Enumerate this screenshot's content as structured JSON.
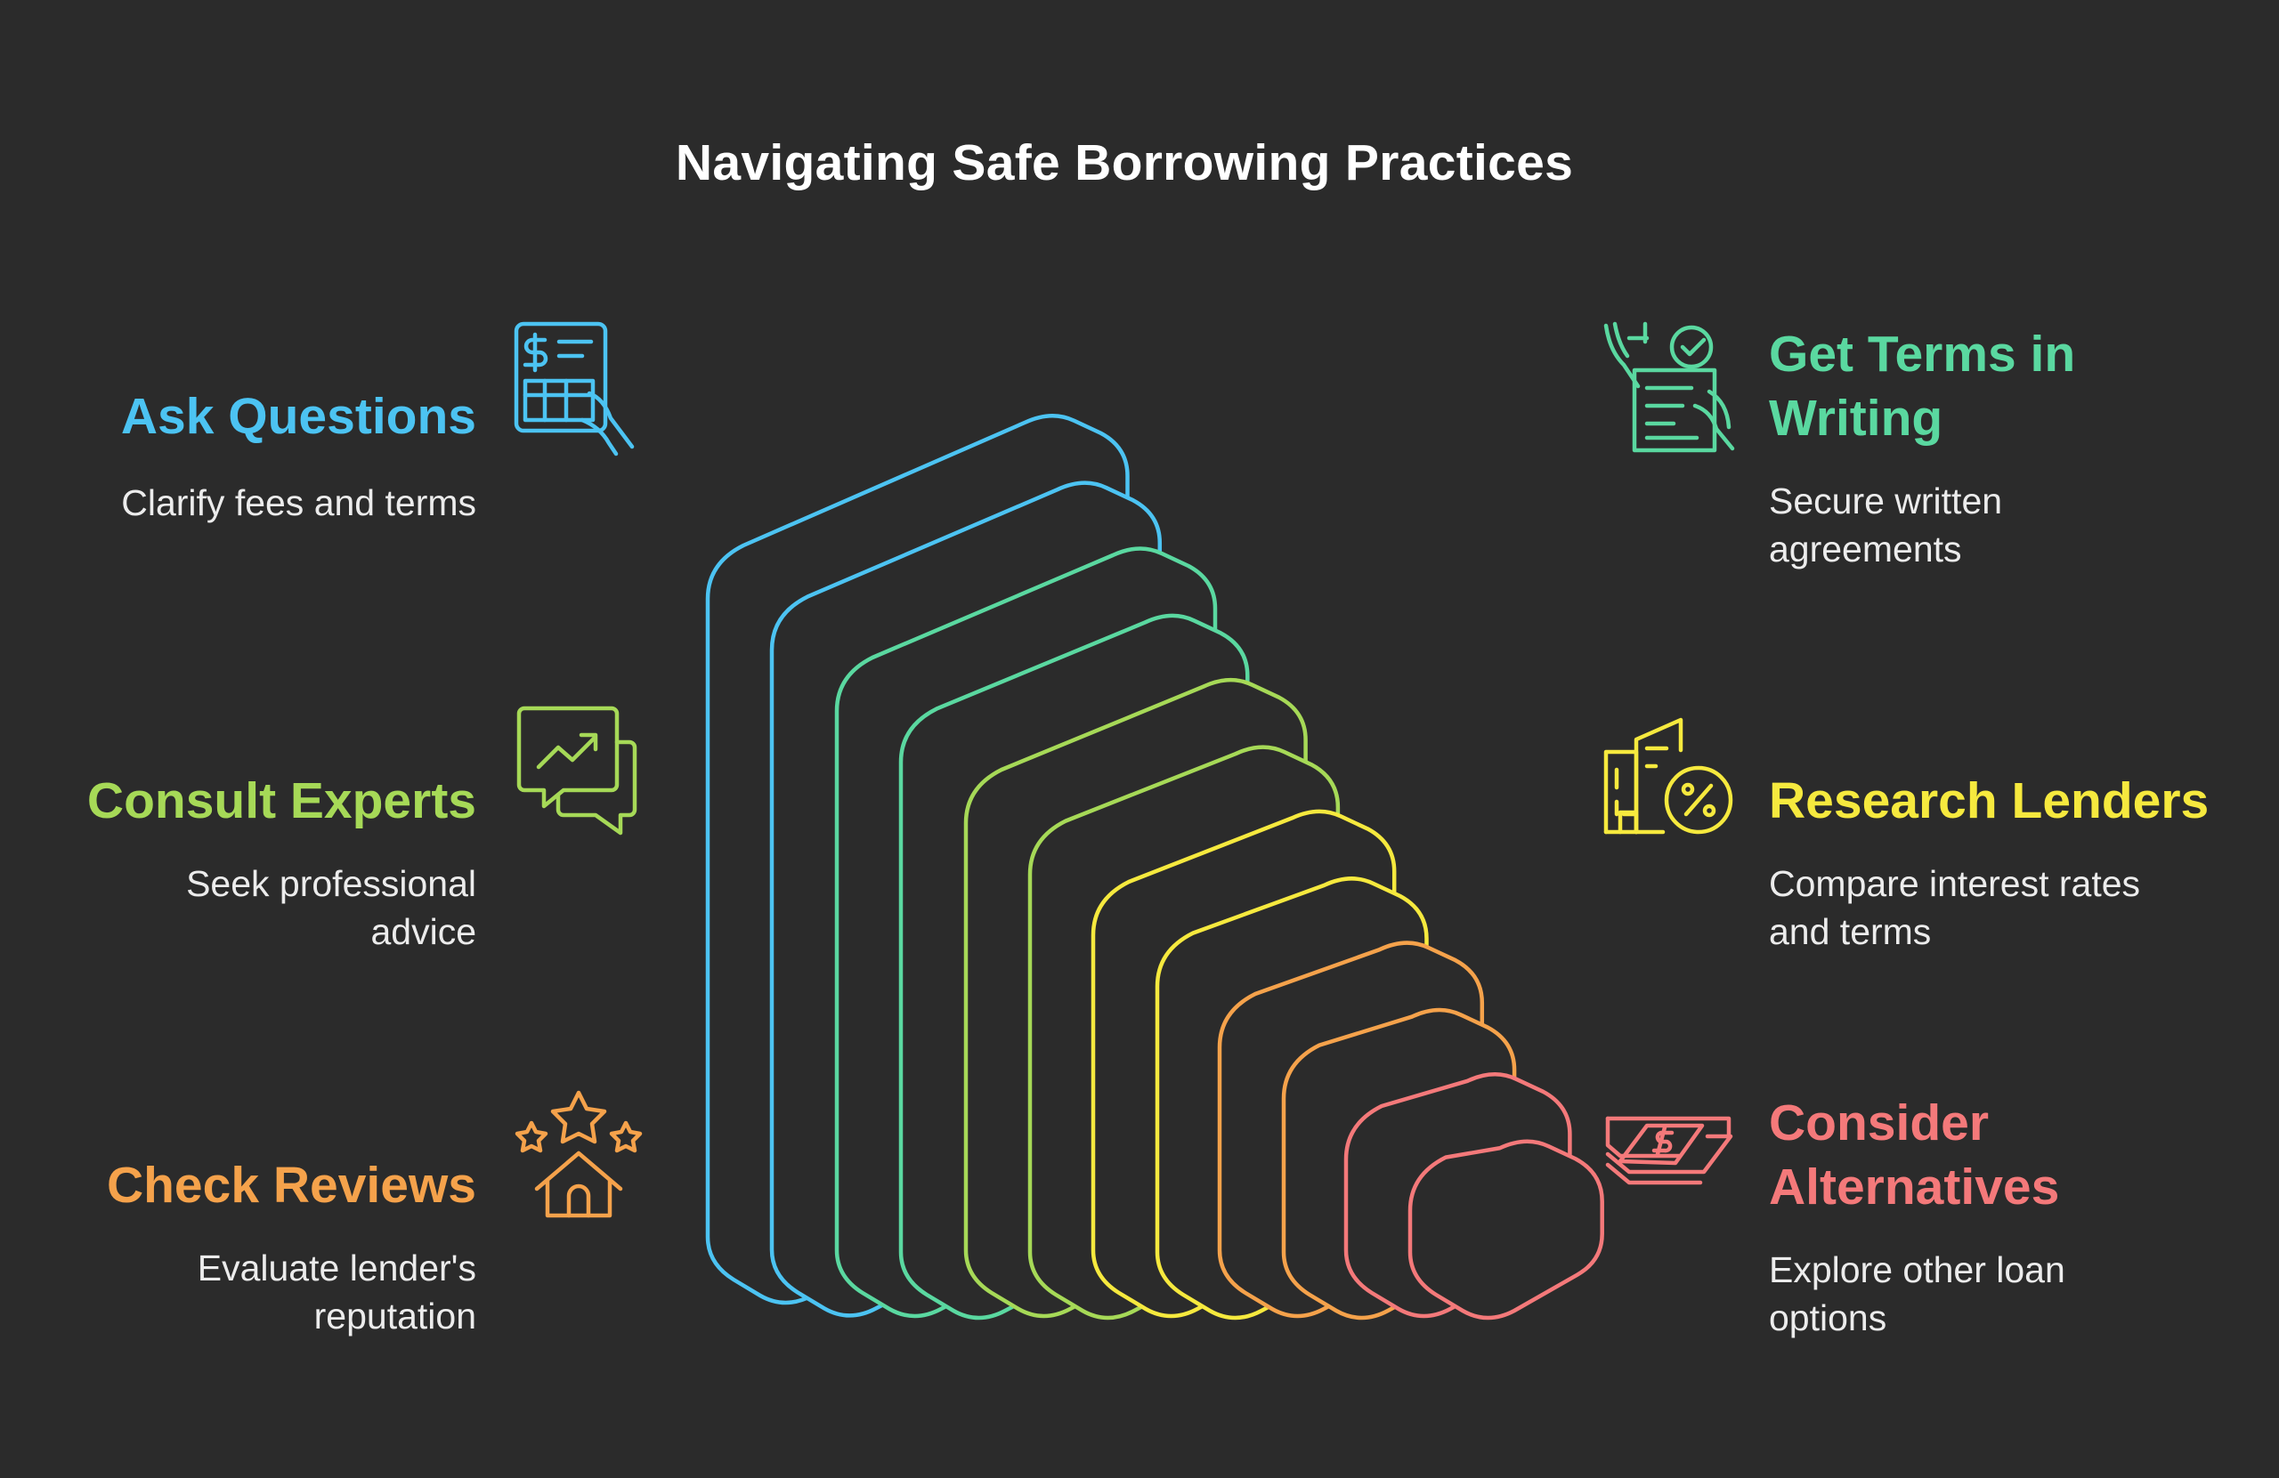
{
  "title": "Navigating Safe Borrowing Practices",
  "colors": {
    "background": "#2b2b2b",
    "blue": "#4cc3f2",
    "teal": "#5ad8a0",
    "lime": "#a6d957",
    "yellow": "#f6e93e",
    "orange": "#f5a24b",
    "coral": "#f4797a"
  },
  "items": {
    "ask_questions": {
      "heading": "Ask Questions",
      "description": "Clarify fees and terms",
      "icon": "invoice-hand-icon",
      "color": "#4cc3f2"
    },
    "consult_experts": {
      "heading": "Consult Experts",
      "description_lines": [
        "Seek professional",
        "advice"
      ],
      "icon": "chat-trend-icon",
      "color": "#a6d957"
    },
    "check_reviews": {
      "heading": "Check Reviews",
      "description_lines": [
        "Evaluate lender's",
        "reputation"
      ],
      "icon": "house-stars-icon",
      "color": "#f5a24b"
    },
    "get_terms": {
      "heading_lines": [
        "Get Terms in",
        "Writing"
      ],
      "description_lines": [
        "Secure written",
        "agreements"
      ],
      "icon": "signed-document-icon",
      "color": "#5ad8a0"
    },
    "research_lenders": {
      "heading": "Research Lenders",
      "description_lines": [
        "Compare interest rates",
        "and terms"
      ],
      "icon": "bank-percent-icon",
      "color": "#f6e93e"
    },
    "consider_alternatives": {
      "heading_lines": [
        "Consider",
        "Alternatives"
      ],
      "description_lines": [
        "Explore other loan",
        "options"
      ],
      "icon": "money-transfer-icon",
      "color": "#f4797a"
    }
  }
}
